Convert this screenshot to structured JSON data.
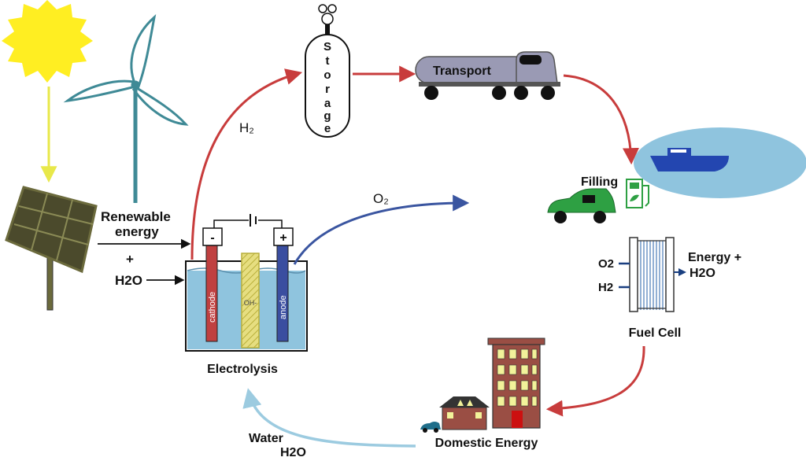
{
  "labels": {
    "renewable_line1": "Renewable",
    "renewable_line2": "energy",
    "plus": "+",
    "h2o_input": "H2O",
    "h2": "H₂",
    "o2": "O₂",
    "storage_letters": [
      "S",
      "t",
      "o",
      "r",
      "a",
      "g",
      "e"
    ],
    "transport": "Transport",
    "filling": "Filling",
    "electrolysis": "Electrolysis",
    "cathode": "cathode",
    "anode": "anode",
    "oh": "OH-",
    "minus_sign": "-",
    "plus_sign": "+",
    "fuelcell_o2": "O2",
    "fuelcell_h2": "H2",
    "energy_line1": "Energy +",
    "energy_line2": "H2O",
    "fuel_cell": "Fuel Cell",
    "domestic_energy": "Domestic Energy",
    "water_line1": "Water",
    "water_line2": "H2O"
  },
  "colors": {
    "sun": "#ffee22",
    "sun_arrow": "#e8e84a",
    "turbine": "#3f8a96",
    "panel_frame": "#6b6a3c",
    "panel_cell": "#4b4a2c",
    "red_arrow": "#c83c3c",
    "blue_arrow": "#3a55a0",
    "light_blue_arrow": "#9ccbe0",
    "water": "#8fc4de",
    "cathode": "#c04040",
    "anode": "#3a4ea0",
    "membrane": "#e0d878",
    "truck": "#9a9ab4",
    "car": "#2ea043",
    "lake": "#8fc4de",
    "boat": "#2346b0",
    "building": "#9a4e44",
    "window": "#f2f29a"
  },
  "icons": [
    "sun-icon",
    "wind-turbine-icon",
    "solar-panel-icon",
    "storage-tank-icon",
    "truck-icon",
    "boat-icon",
    "car-icon",
    "fuel-pump-icon",
    "fuel-cell-icon",
    "building-icon",
    "house-icon"
  ]
}
